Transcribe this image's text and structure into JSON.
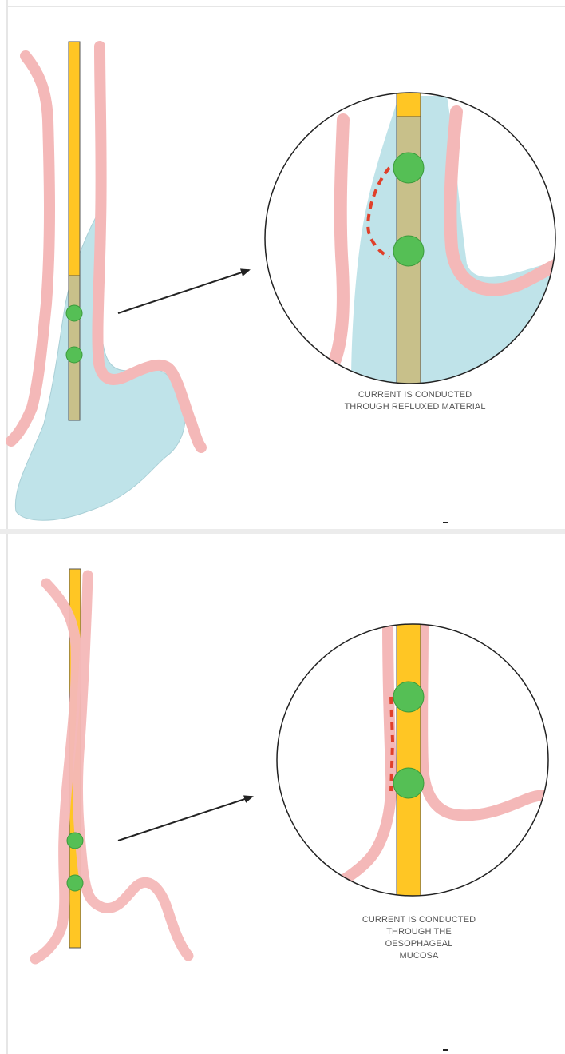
{
  "figure": {
    "panels": [
      {
        "id": "reflux",
        "caption_lines": [
          "CURRENT IS CONDUCTED",
          "THROUGH REFLUXED MATERIAL"
        ]
      },
      {
        "id": "mucosa",
        "caption_lines": [
          "CURRENT IS CONDUCTED",
          "THROUGH THE",
          "OESOPHAGEAL",
          "MUCOSA"
        ]
      }
    ],
    "colors": {
      "catheter": "#ffc624",
      "catheter_wet": "#c8c08a",
      "wall": "#f4b8b8",
      "electrode": "#55bf55",
      "electrode_stroke": "#3a9a3a",
      "reflux_fluid": "#bfe3e9",
      "current_path": "#e0402a",
      "arrow": "#222222"
    }
  }
}
